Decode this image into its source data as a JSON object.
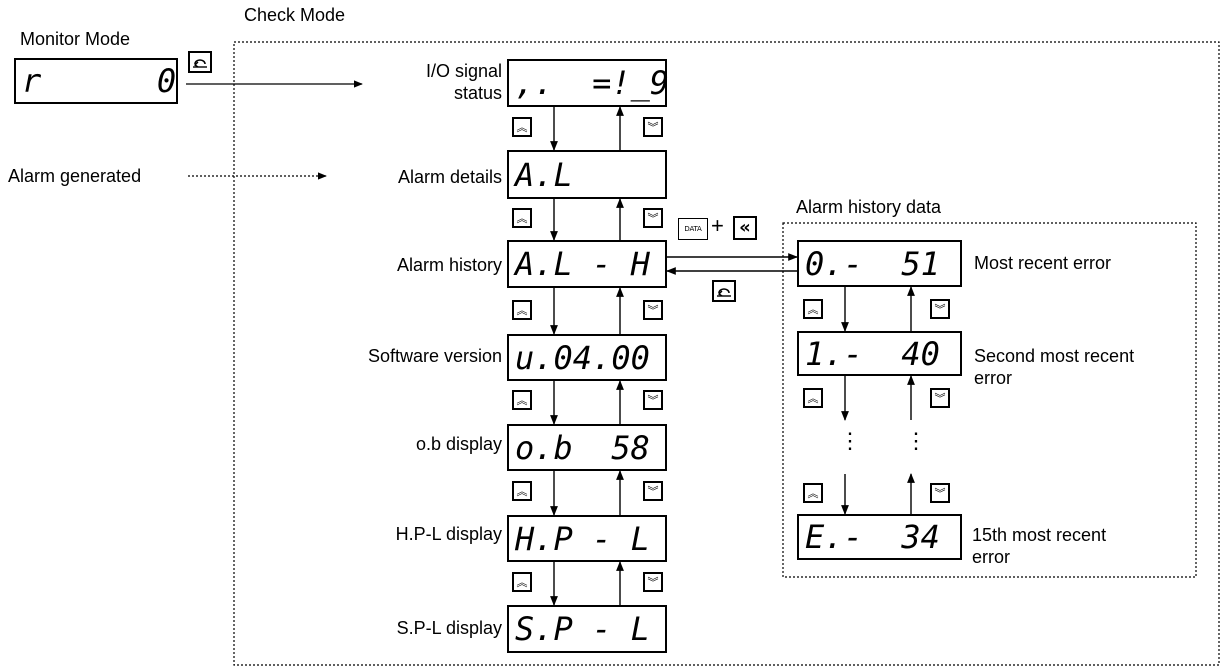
{
  "monitor_mode_label": "Monitor Mode",
  "monitor_display": "r      0",
  "check_mode_label": "Check Mode",
  "alarm_generated_label": "Alarm generated",
  "check_items": [
    {
      "label1": "I/O signal",
      "label2": "status",
      "display": ",.  =!_9"
    },
    {
      "label1": "Alarm details",
      "display": "A.L"
    },
    {
      "label1": "Alarm history",
      "display": "A.L - H"
    },
    {
      "label1": "Software version",
      "display": "u.04.00"
    },
    {
      "label1": "o.b display",
      "display": "o.b  58"
    },
    {
      "label1": "H.P-L display",
      "display": "H.P - L"
    },
    {
      "label1": "S.P-L display",
      "display": "S.P - L"
    }
  ],
  "history": {
    "title": "Alarm history data",
    "key_data": "DATA",
    "key_plus": "+",
    "key_shift": "«",
    "items": [
      {
        "display": "0.-  51",
        "label1": "Most recent error",
        "label2": ""
      },
      {
        "display": "1.-  40",
        "label1": "Second most recent",
        "label2": "error"
      },
      {
        "display": "E.-  34",
        "label1": "15th most recent",
        "label2": "error"
      }
    ],
    "ellipsis": "⋮"
  },
  "icons": {
    "mode_key": "mode-return-icon",
    "up_key": "double-chevron-up-icon",
    "down_key": "double-chevron-down-icon"
  }
}
